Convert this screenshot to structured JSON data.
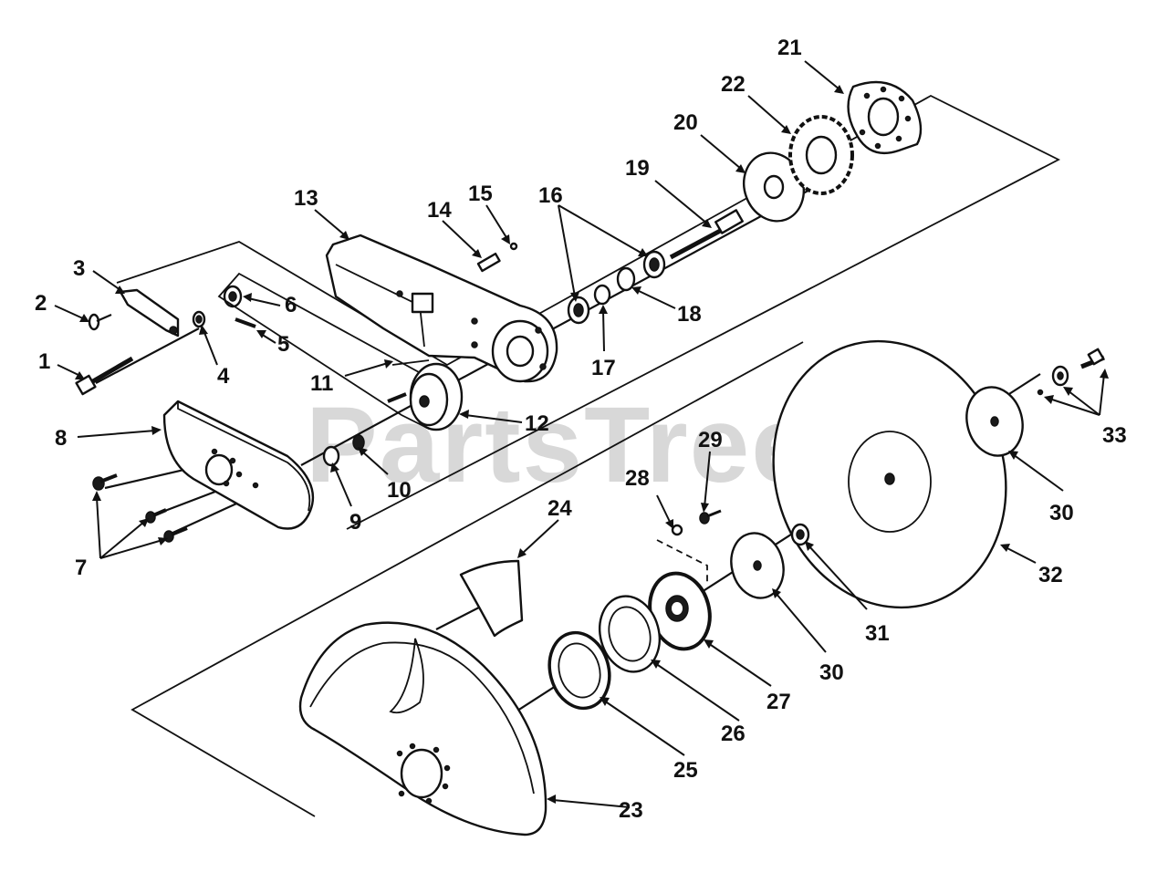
{
  "watermark": {
    "text": "PartsTree",
    "trademark": "™"
  },
  "callouts": [
    "1",
    "2",
    "3",
    "4",
    "5",
    "6",
    "7",
    "8",
    "9",
    "10",
    "11",
    "12",
    "13",
    "14",
    "15",
    "16",
    "17",
    "18",
    "19",
    "20",
    "21",
    "22",
    "23",
    "24",
    "25",
    "26",
    "27",
    "28",
    "29",
    "30",
    "30",
    "31",
    "32",
    "33"
  ],
  "colors": {
    "line": "#111111",
    "background": "#ffffff",
    "watermark": "#d8d8d8"
  }
}
